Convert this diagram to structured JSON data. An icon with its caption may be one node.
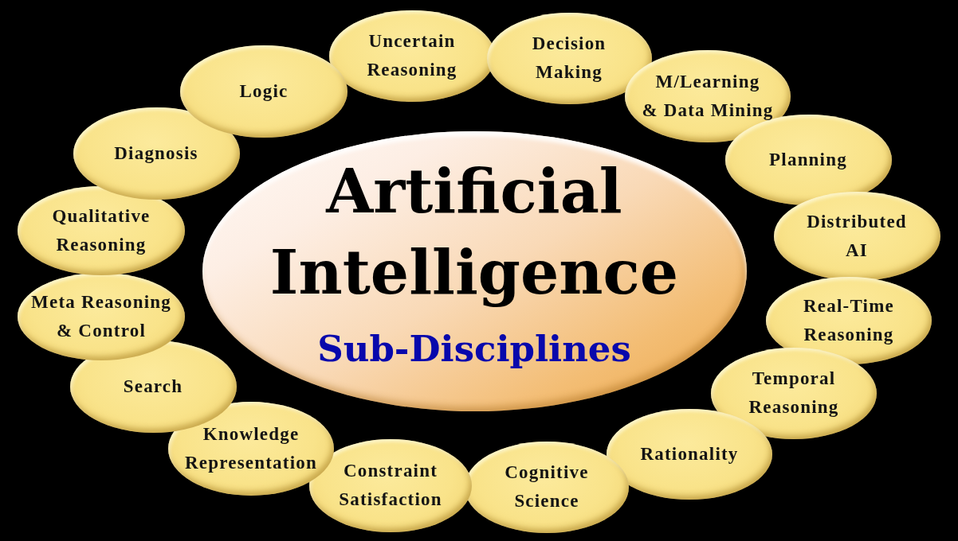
{
  "diagram": {
    "nodes": [
      {
        "text": [
          "Artificial Intelligence",
          "Sub-Disciplines"
        ]
      },
      {
        "text": [
          "Uncertain Reasoning"
        ]
      },
      {
        "text": [
          "Decision Making"
        ]
      },
      {
        "text": [
          "M/Learning & Data Mining"
        ]
      },
      {
        "text": [
          "Planning"
        ]
      },
      {
        "text": [
          "Distributed AI"
        ]
      },
      {
        "text": [
          "Real-Time Reasoning"
        ]
      },
      {
        "text": [
          "Temporal Reasoning"
        ]
      },
      {
        "text": [
          "Rationality"
        ]
      },
      {
        "text": [
          "Cognitive Science"
        ]
      },
      {
        "text": [
          "Constraint Satisfaction"
        ]
      },
      {
        "text": [
          "Knowledge Representation"
        ]
      },
      {
        "text": [
          "Search"
        ]
      },
      {
        "text": [
          "Meta Reasoning & Control"
        ]
      },
      {
        "text": [
          "Qualitative Reasoning"
        ]
      },
      {
        "text": [
          "Diagnosis"
        ]
      },
      {
        "text": [
          "Logic"
        ]
      }
    ]
  }
}
